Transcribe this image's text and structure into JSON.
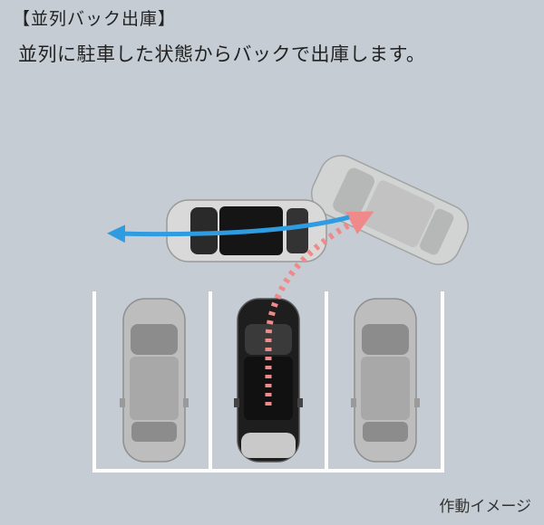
{
  "title": "【並列バック出庫】",
  "description": "並列に駐車した状態からバックで出庫します。",
  "caption": "作動イメージ",
  "colors": {
    "background": "#c5ccd3",
    "parking_lines": "#ffffff",
    "path_reverse": "#f08a8a",
    "path_forward": "#2f9be0",
    "ego_car": "#1a1a1a",
    "other_car": "#b9b9b9"
  }
}
